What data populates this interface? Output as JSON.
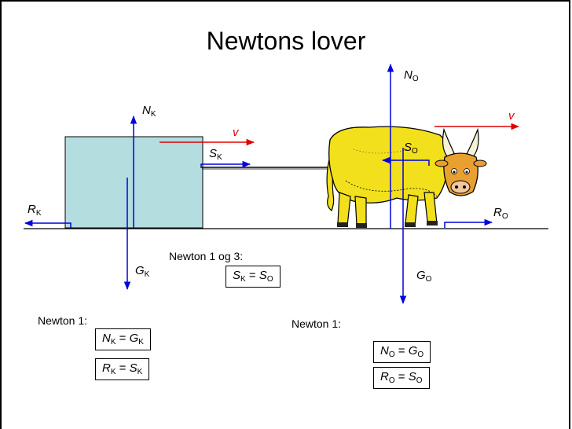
{
  "title": "Newtons lover",
  "colors": {
    "force": "#0000dd",
    "velocity": "#e00000",
    "box": "#b4dde0",
    "ox_body": "#f2e01c",
    "ground": "#000000"
  },
  "icons": [
    "ox-clipart"
  ],
  "labels": {
    "NK": {
      "main": "N",
      "sub": "K"
    },
    "GK": {
      "main": "G",
      "sub": "K"
    },
    "RK": {
      "main": "R",
      "sub": "K"
    },
    "SK": {
      "main": "S",
      "sub": "K"
    },
    "v_left": "v",
    "NO": {
      "main": "N",
      "sub": "O"
    },
    "GO": {
      "main": "G",
      "sub": "O"
    },
    "RO": {
      "main": "R",
      "sub": "O"
    },
    "SO": {
      "main": "S",
      "sub": "O"
    },
    "v_right": "v"
  },
  "texts": {
    "newton13": "Newton 1 og 3:",
    "newton1_left": "Newton 1:",
    "newton1_right": "Newton 1:"
  },
  "equations": {
    "sk_so": {
      "a": "S",
      "a_sub": "K",
      "eq": " = ",
      "b": "S",
      "b_sub": "O"
    },
    "nk_gk": {
      "a": "N",
      "a_sub": "K",
      "eq": " = ",
      "b": "G",
      "b_sub": "K"
    },
    "rk_sk": {
      "a": "R",
      "a_sub": "K",
      "eq": " = ",
      "b": "S",
      "b_sub": "K"
    },
    "no_go": {
      "a": "N",
      "a_sub": "O",
      "eq": " = ",
      "b": "G",
      "b_sub": "O"
    },
    "ro_so": {
      "a": "R",
      "a_sub": "O",
      "eq": " = ",
      "b": "S",
      "b_sub": "O"
    }
  }
}
